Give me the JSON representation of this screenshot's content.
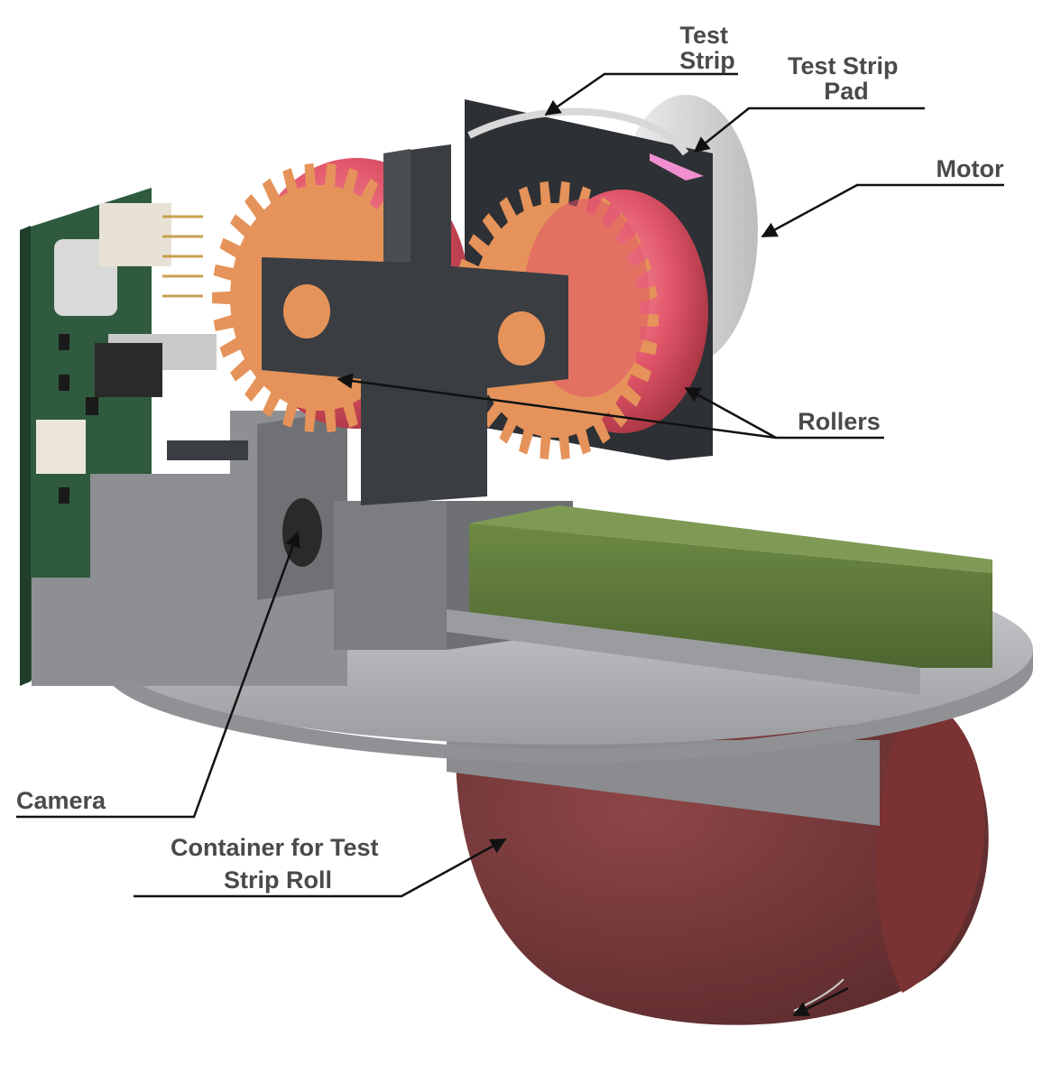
{
  "diagram": {
    "labels": {
      "test_strip": [
        "Test",
        "Strip"
      ],
      "test_strip_pad": [
        "Test Strip",
        "Pad"
      ],
      "motor": "Motor",
      "rollers": "Rollers",
      "camera": "Camera",
      "container": [
        "Container for Test",
        "Strip Roll"
      ]
    },
    "colors": {
      "gear": "#e5935a",
      "gear_dark": "#c97640",
      "roller": "#e2566a",
      "bracket": "#3a3d41",
      "frame_gray": "#8d8f92",
      "plate": "#b8babd",
      "pcb": "#2f5a3e",
      "green_block": "#5f7a3a",
      "container": "#8a3a3c",
      "pad": "#f08fd0",
      "leader": "#111111"
    }
  }
}
